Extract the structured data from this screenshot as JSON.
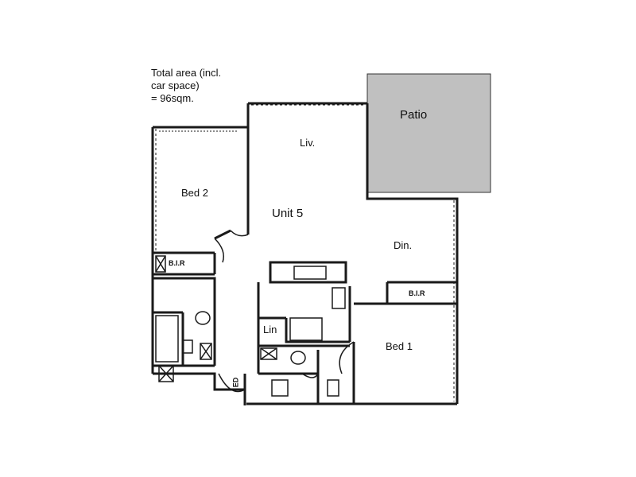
{
  "area_note": {
    "line1": "Total area (incl.",
    "line2": "car space)",
    "line3": "= 96sqm."
  },
  "rooms": {
    "living": "Liv.",
    "unit": "Unit 5",
    "dining": "Din.",
    "bed2": "Bed 2",
    "bed1": "Bed 1",
    "bir_left": "B.I.R",
    "bir_right": "B.I.R",
    "linen": "Lin",
    "patio": "Patio",
    "ed": "ED"
  },
  "colors": {
    "patio_fill": "#c0c0c0",
    "wall": "#1a1a1a"
  }
}
